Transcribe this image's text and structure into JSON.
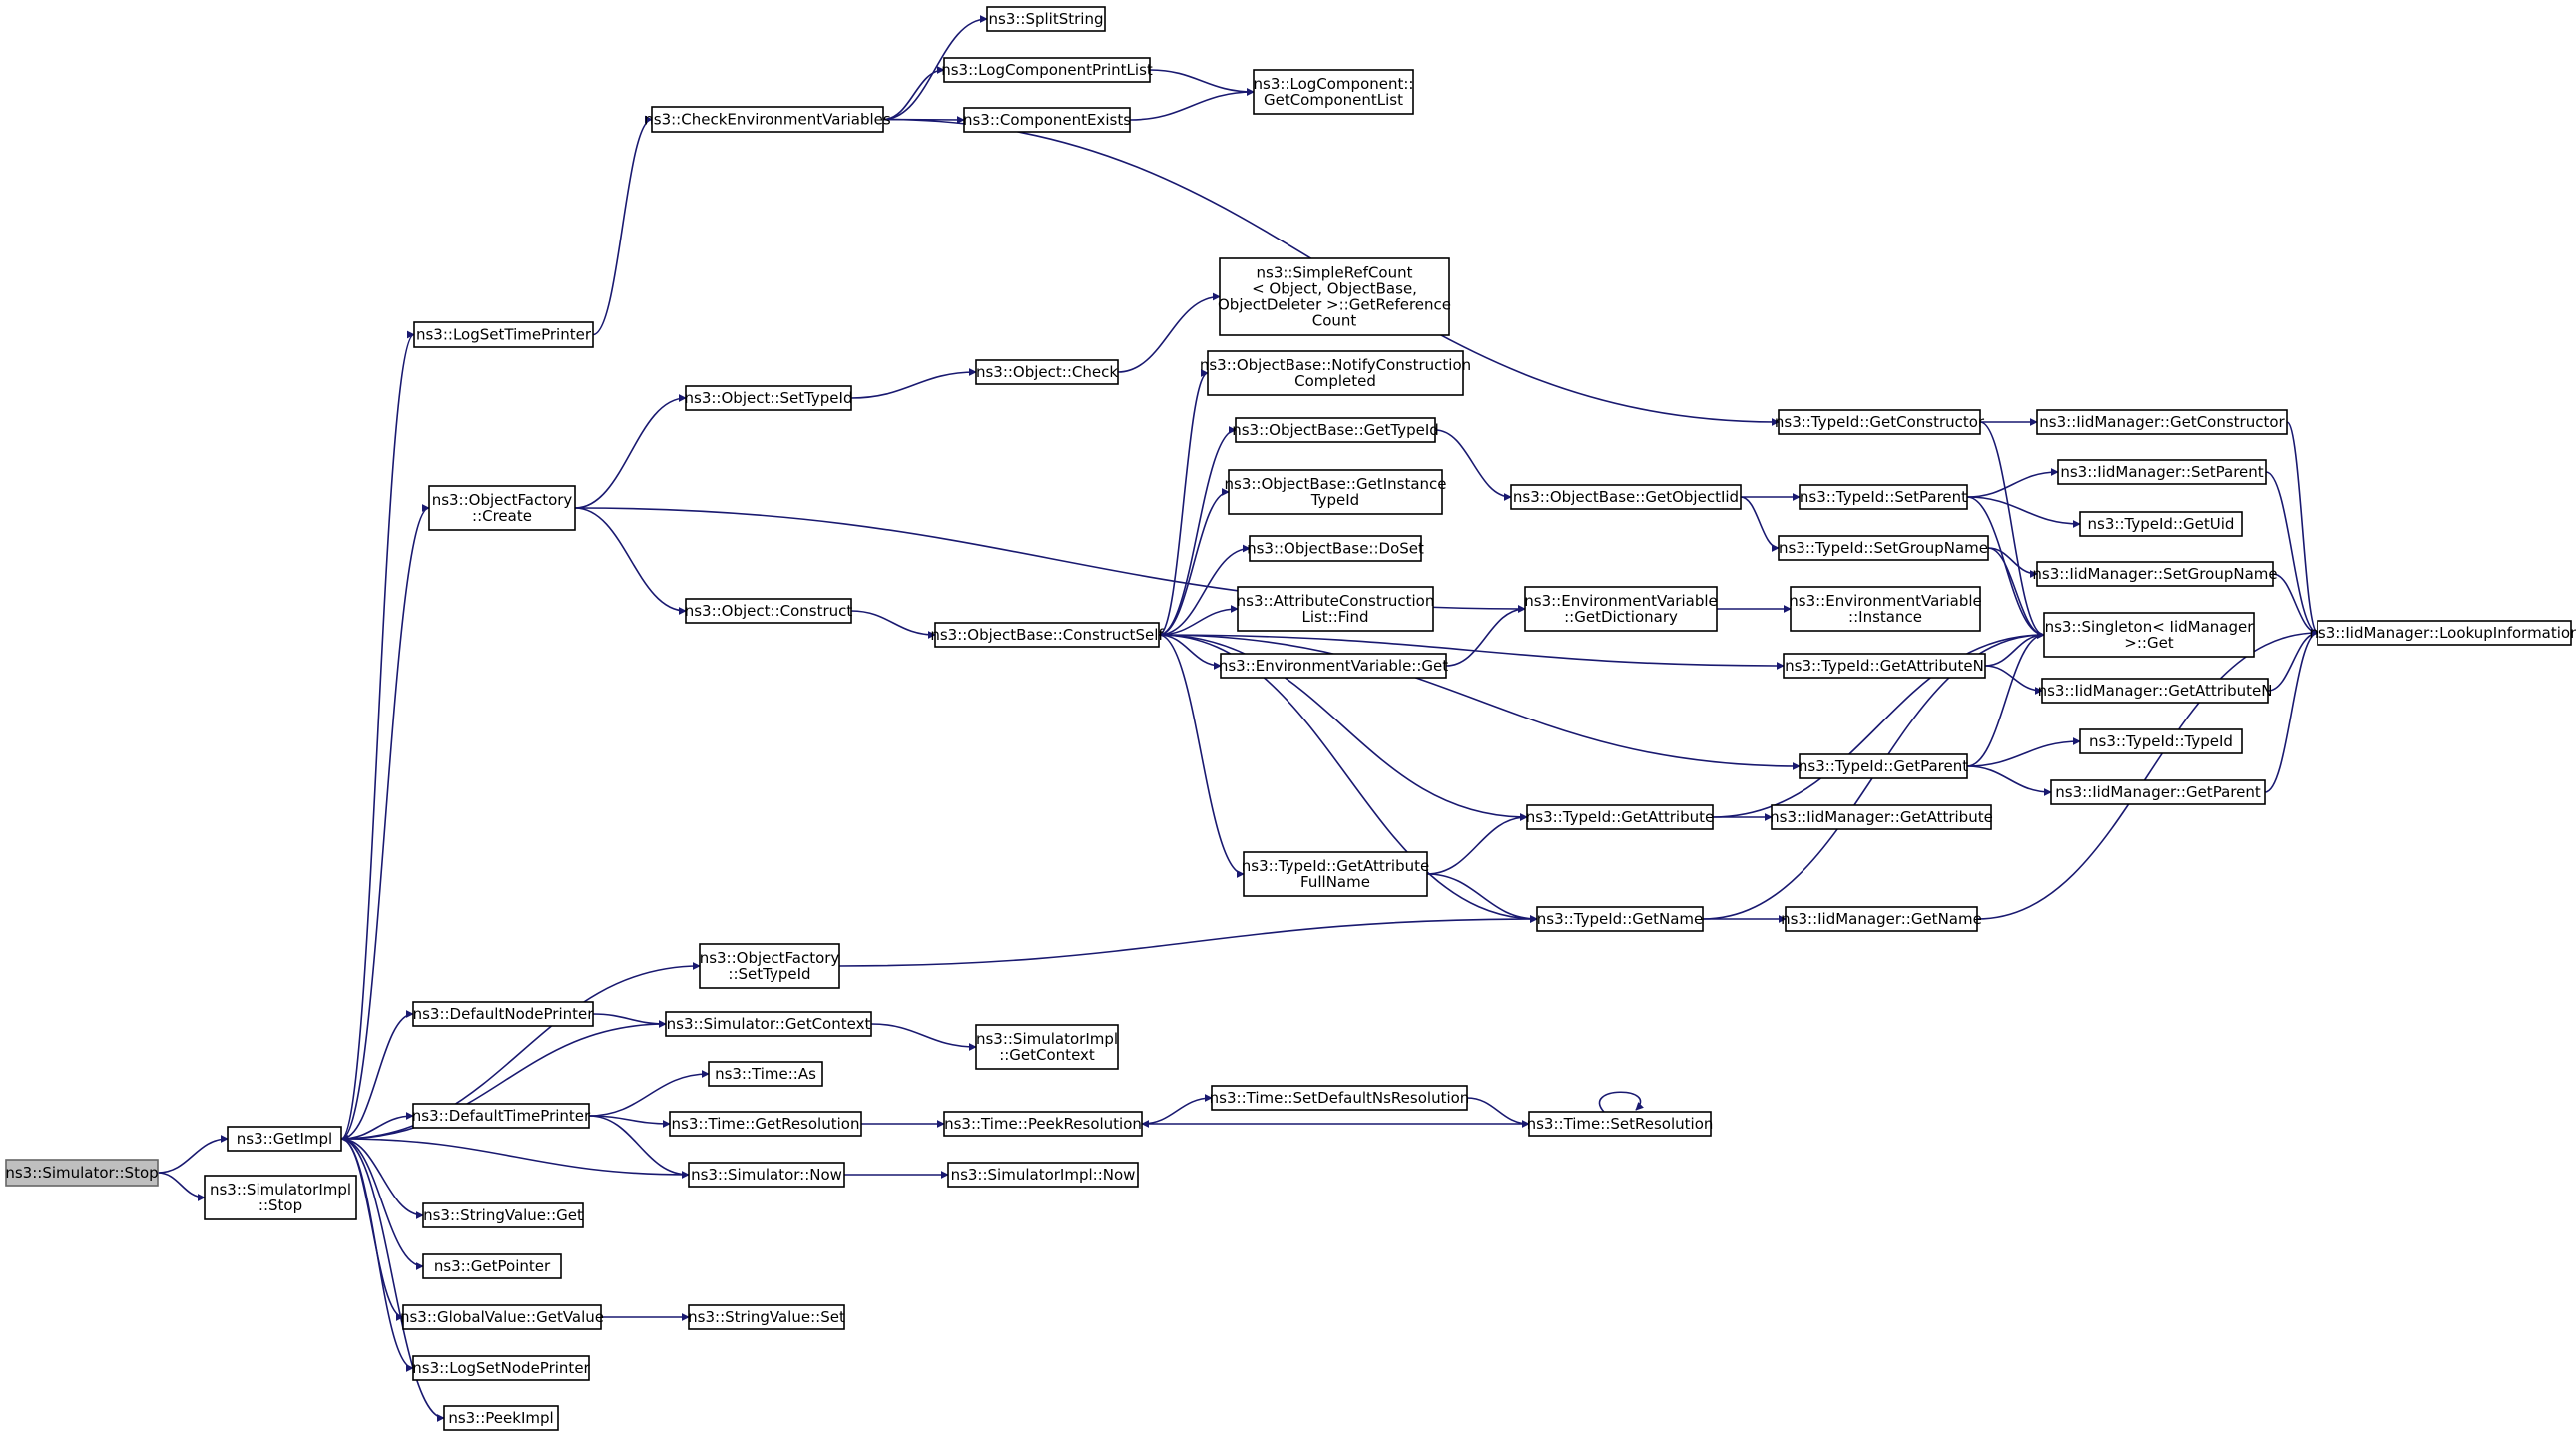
{
  "graph": {
    "edge_color": "#191970",
    "root_fill": "#bfbfbf",
    "nodes": [
      {
        "id": "n_stop",
        "lines": [
          "ns3::Simulator::Stop"
        ],
        "root": true
      },
      {
        "id": "n_getimpl",
        "lines": [
          "ns3::GetImpl"
        ]
      },
      {
        "id": "n_simimpl_stop",
        "lines": [
          "ns3::SimulatorImpl",
          "::Stop"
        ]
      },
      {
        "id": "n_logsettimeprinter",
        "lines": [
          "ns3::LogSetTimePrinter"
        ]
      },
      {
        "id": "n_checkenv",
        "lines": [
          "ns3::CheckEnvironmentVariables"
        ]
      },
      {
        "id": "n_splitstring",
        "lines": [
          "ns3::SplitString"
        ]
      },
      {
        "id": "n_logcompprintlist",
        "lines": [
          "ns3::LogComponentPrintList"
        ]
      },
      {
        "id": "n_compexists",
        "lines": [
          "ns3::ComponentExists"
        ]
      },
      {
        "id": "n_getcomplist",
        "lines": [
          "ns3::LogComponent::",
          "GetComponentList"
        ]
      },
      {
        "id": "n_objfactory_create",
        "lines": [
          "ns3::ObjectFactory",
          "::Create"
        ]
      },
      {
        "id": "n_obj_settypeid",
        "lines": [
          "ns3::Object::SetTypeId"
        ]
      },
      {
        "id": "n_obj_check",
        "lines": [
          "ns3::Object::Check"
        ]
      },
      {
        "id": "n_simplerefcount",
        "lines": [
          "ns3::SimpleRefCount",
          "< Object, ObjectBase,",
          "ObjectDeleter >::GetReference",
          "Count"
        ]
      },
      {
        "id": "n_obj_construct",
        "lines": [
          "ns3::Object::Construct"
        ]
      },
      {
        "id": "n_constructself",
        "lines": [
          "ns3::ObjectBase::ConstructSelf"
        ]
      },
      {
        "id": "n_notifyconstruction",
        "lines": [
          "ns3::ObjectBase::NotifyConstruction",
          "Completed"
        ]
      },
      {
        "id": "n_ob_gettypeid",
        "lines": [
          "ns3::ObjectBase::GetTypeId"
        ]
      },
      {
        "id": "n_ob_getinstancetypeid",
        "lines": [
          "ns3::ObjectBase::GetInstance",
          "TypeId"
        ]
      },
      {
        "id": "n_ob_doset",
        "lines": [
          "ns3::ObjectBase::DoSet"
        ]
      },
      {
        "id": "n_attrconstr_find",
        "lines": [
          "ns3::AttributeConstruction",
          "List::Find"
        ]
      },
      {
        "id": "n_envvar_get",
        "lines": [
          "ns3::EnvironmentVariable::Get"
        ]
      },
      {
        "id": "n_envvar_getdict",
        "lines": [
          "ns3::EnvironmentVariable",
          "::GetDictionary"
        ]
      },
      {
        "id": "n_envvar_instance",
        "lines": [
          "ns3::EnvironmentVariable",
          "::Instance"
        ]
      },
      {
        "id": "n_ob_getobjectiid",
        "lines": [
          "ns3::ObjectBase::GetObjectIid"
        ]
      },
      {
        "id": "n_tid_getconstructor",
        "lines": [
          "ns3::TypeId::GetConstructor"
        ]
      },
      {
        "id": "n_iid_getconstructor",
        "lines": [
          "ns3::IidManager::GetConstructor"
        ]
      },
      {
        "id": "n_tid_setparent",
        "lines": [
          "ns3::TypeId::SetParent"
        ]
      },
      {
        "id": "n_iid_setparent",
        "lines": [
          "ns3::IidManager::SetParent"
        ]
      },
      {
        "id": "n_tid_getuid",
        "lines": [
          "ns3::TypeId::GetUid"
        ]
      },
      {
        "id": "n_tid_setgroupname",
        "lines": [
          "ns3::TypeId::SetGroupName"
        ]
      },
      {
        "id": "n_iid_setgroupname",
        "lines": [
          "ns3::IidManager::SetGroupName"
        ]
      },
      {
        "id": "n_singleton_get",
        "lines": [
          "ns3::Singleton< IidManager",
          ">::Get"
        ]
      },
      {
        "id": "n_iid_lookup",
        "lines": [
          "ns3::IidManager::LookupInformation"
        ]
      },
      {
        "id": "n_tid_getattributen",
        "lines": [
          "ns3::TypeId::GetAttributeN"
        ]
      },
      {
        "id": "n_iid_getattributen",
        "lines": [
          "ns3::IidManager::GetAttributeN"
        ]
      },
      {
        "id": "n_tid_getparent",
        "lines": [
          "ns3::TypeId::GetParent"
        ]
      },
      {
        "id": "n_tid_typeid",
        "lines": [
          "ns3::TypeId::TypeId"
        ]
      },
      {
        "id": "n_iid_getparent",
        "lines": [
          "ns3::IidManager::GetParent"
        ]
      },
      {
        "id": "n_tid_getattribute",
        "lines": [
          "ns3::TypeId::GetAttribute"
        ]
      },
      {
        "id": "n_iid_getattribute",
        "lines": [
          "ns3::IidManager::GetAttribute"
        ]
      },
      {
        "id": "n_tid_getattrfullname",
        "lines": [
          "ns3::TypeId::GetAttribute",
          "FullName"
        ]
      },
      {
        "id": "n_tid_getname",
        "lines": [
          "ns3::TypeId::GetName"
        ]
      },
      {
        "id": "n_iid_getname",
        "lines": [
          "ns3::IidManager::GetName"
        ]
      },
      {
        "id": "n_objfactory_settypeid",
        "lines": [
          "ns3::ObjectFactory",
          "::SetTypeId"
        ]
      },
      {
        "id": "n_defaultnodeprinter",
        "lines": [
          "ns3::DefaultNodePrinter"
        ]
      },
      {
        "id": "n_sim_getcontext",
        "lines": [
          "ns3::Simulator::GetContext"
        ]
      },
      {
        "id": "n_simimpl_getcontext",
        "lines": [
          "ns3::SimulatorImpl",
          "::GetContext"
        ]
      },
      {
        "id": "n_defaulttimeprinter",
        "lines": [
          "ns3::DefaultTimePrinter"
        ]
      },
      {
        "id": "n_time_as",
        "lines": [
          "ns3::Time::As"
        ]
      },
      {
        "id": "n_time_getresolution",
        "lines": [
          "ns3::Time::GetResolution"
        ]
      },
      {
        "id": "n_time_peekresolution",
        "lines": [
          "ns3::Time::PeekResolution"
        ]
      },
      {
        "id": "n_time_setdefaultns",
        "lines": [
          "ns3::Time::SetDefaultNsResolution"
        ]
      },
      {
        "id": "n_time_setresolution",
        "lines": [
          "ns3::Time::SetResolution"
        ]
      },
      {
        "id": "n_sim_now",
        "lines": [
          "ns3::Simulator::Now"
        ]
      },
      {
        "id": "n_simimpl_now",
        "lines": [
          "ns3::SimulatorImpl::Now"
        ]
      },
      {
        "id": "n_stringvalue_get",
        "lines": [
          "ns3::StringValue::Get"
        ]
      },
      {
        "id": "n_getpointer",
        "lines": [
          "ns3::GetPointer"
        ]
      },
      {
        "id": "n_globalvalue_getvalue",
        "lines": [
          "ns3::GlobalValue::GetValue"
        ]
      },
      {
        "id": "n_stringvalue_set",
        "lines": [
          "ns3::StringValue::Set"
        ]
      },
      {
        "id": "n_lognodeprinter",
        "lines": [
          "ns3::LogSetNodePrinter"
        ]
      },
      {
        "id": "n_peekimpl",
        "lines": [
          "ns3::PeekImpl"
        ]
      }
    ],
    "edges": [
      [
        "n_stop",
        "n_getimpl"
      ],
      [
        "n_stop",
        "n_simimpl_stop"
      ],
      [
        "n_getimpl",
        "n_logsettimeprinter"
      ],
      [
        "n_getimpl",
        "n_objfactory_create"
      ],
      [
        "n_getimpl",
        "n_objfactory_settypeid"
      ],
      [
        "n_getimpl",
        "n_defaultnodeprinter"
      ],
      [
        "n_getimpl",
        "n_defaulttimeprinter"
      ],
      [
        "n_getimpl",
        "n_stringvalue_get"
      ],
      [
        "n_getimpl",
        "n_getpointer"
      ],
      [
        "n_getimpl",
        "n_globalvalue_getvalue"
      ],
      [
        "n_getimpl",
        "n_lognodeprinter"
      ],
      [
        "n_getimpl",
        "n_peekimpl"
      ],
      [
        "n_logsettimeprinter",
        "n_checkenv"
      ],
      [
        "n_checkenv",
        "n_splitstring"
      ],
      [
        "n_checkenv",
        "n_logcompprintlist"
      ],
      [
        "n_checkenv",
        "n_compexists"
      ],
      [
        "n_checkenv",
        "n_tid_getconstructor"
      ],
      [
        "n_logcompprintlist",
        "n_getcomplist"
      ],
      [
        "n_compexists",
        "n_getcomplist"
      ],
      [
        "n_objfactory_create",
        "n_obj_settypeid"
      ],
      [
        "n_objfactory_create",
        "n_obj_construct"
      ],
      [
        "n_objfactory_create",
        "n_envvar_getdict"
      ],
      [
        "n_obj_settypeid",
        "n_obj_check"
      ],
      [
        "n_obj_check",
        "n_simplerefcount"
      ],
      [
        "n_obj_construct",
        "n_constructself"
      ],
      [
        "n_constructself",
        "n_notifyconstruction"
      ],
      [
        "n_constructself",
        "n_ob_gettypeid"
      ],
      [
        "n_constructself",
        "n_ob_getinstancetypeid"
      ],
      [
        "n_constructself",
        "n_ob_doset"
      ],
      [
        "n_constructself",
        "n_attrconstr_find"
      ],
      [
        "n_constructself",
        "n_envvar_get"
      ],
      [
        "n_constructself",
        "n_tid_getattributen"
      ],
      [
        "n_constructself",
        "n_tid_getparent"
      ],
      [
        "n_constructself",
        "n_tid_getattribute"
      ],
      [
        "n_constructself",
        "n_tid_getattrfullname"
      ],
      [
        "n_constructself",
        "n_tid_getname"
      ],
      [
        "n_ob_gettypeid",
        "n_ob_getobjectiid"
      ],
      [
        "n_envvar_get",
        "n_envvar_getdict"
      ],
      [
        "n_envvar_getdict",
        "n_envvar_instance"
      ],
      [
        "n_ob_getobjectiid",
        "n_tid_setparent"
      ],
      [
        "n_ob_getobjectiid",
        "n_tid_setgroupname"
      ],
      [
        "n_tid_getconstructor",
        "n_iid_getconstructor"
      ],
      [
        "n_tid_getconstructor",
        "n_singleton_get"
      ],
      [
        "n_iid_getconstructor",
        "n_iid_lookup"
      ],
      [
        "n_tid_setparent",
        "n_iid_setparent"
      ],
      [
        "n_tid_setparent",
        "n_tid_getuid"
      ],
      [
        "n_tid_setparent",
        "n_singleton_get"
      ],
      [
        "n_iid_setparent",
        "n_iid_lookup"
      ],
      [
        "n_tid_setgroupname",
        "n_iid_setgroupname"
      ],
      [
        "n_tid_setgroupname",
        "n_singleton_get"
      ],
      [
        "n_iid_setgroupname",
        "n_iid_lookup"
      ],
      [
        "n_tid_getattributen",
        "n_singleton_get"
      ],
      [
        "n_tid_getattributen",
        "n_iid_getattributen"
      ],
      [
        "n_iid_getattributen",
        "n_iid_lookup"
      ],
      [
        "n_tid_getparent",
        "n_singleton_get"
      ],
      [
        "n_tid_getparent",
        "n_tid_typeid"
      ],
      [
        "n_tid_getparent",
        "n_iid_getparent"
      ],
      [
        "n_iid_getparent",
        "n_iid_lookup"
      ],
      [
        "n_tid_getattribute",
        "n_singleton_get"
      ],
      [
        "n_tid_getattribute",
        "n_iid_getattribute"
      ],
      [
        "n_tid_getattrfullname",
        "n_tid_getattribute"
      ],
      [
        "n_tid_getattrfullname",
        "n_tid_getname"
      ],
      [
        "n_tid_getname",
        "n_singleton_get"
      ],
      [
        "n_tid_getname",
        "n_iid_getname"
      ],
      [
        "n_iid_getname",
        "n_iid_lookup"
      ],
      [
        "n_objfactory_settypeid",
        "n_tid_getname"
      ],
      [
        "n_defaultnodeprinter",
        "n_sim_getcontext"
      ],
      [
        "n_sim_getcontext",
        "n_getimpl"
      ],
      [
        "n_sim_getcontext",
        "n_simimpl_getcontext"
      ],
      [
        "n_defaulttimeprinter",
        "n_time_as"
      ],
      [
        "n_defaulttimeprinter",
        "n_time_getresolution"
      ],
      [
        "n_defaulttimeprinter",
        "n_sim_now"
      ],
      [
        "n_time_getresolution",
        "n_time_peekresolution"
      ],
      [
        "n_time_peekresolution",
        "n_time_setdefaultns"
      ],
      [
        "n_time_setdefaultns",
        "n_time_setresolution"
      ],
      [
        "n_time_setresolution",
        "n_time_peekresolution"
      ],
      [
        "n_time_setresolution",
        "n_time_setresolution"
      ],
      [
        "n_sim_now",
        "n_getimpl"
      ],
      [
        "n_sim_now",
        "n_simimpl_now"
      ],
      [
        "n_globalvalue_getvalue",
        "n_stringvalue_set"
      ]
    ]
  }
}
